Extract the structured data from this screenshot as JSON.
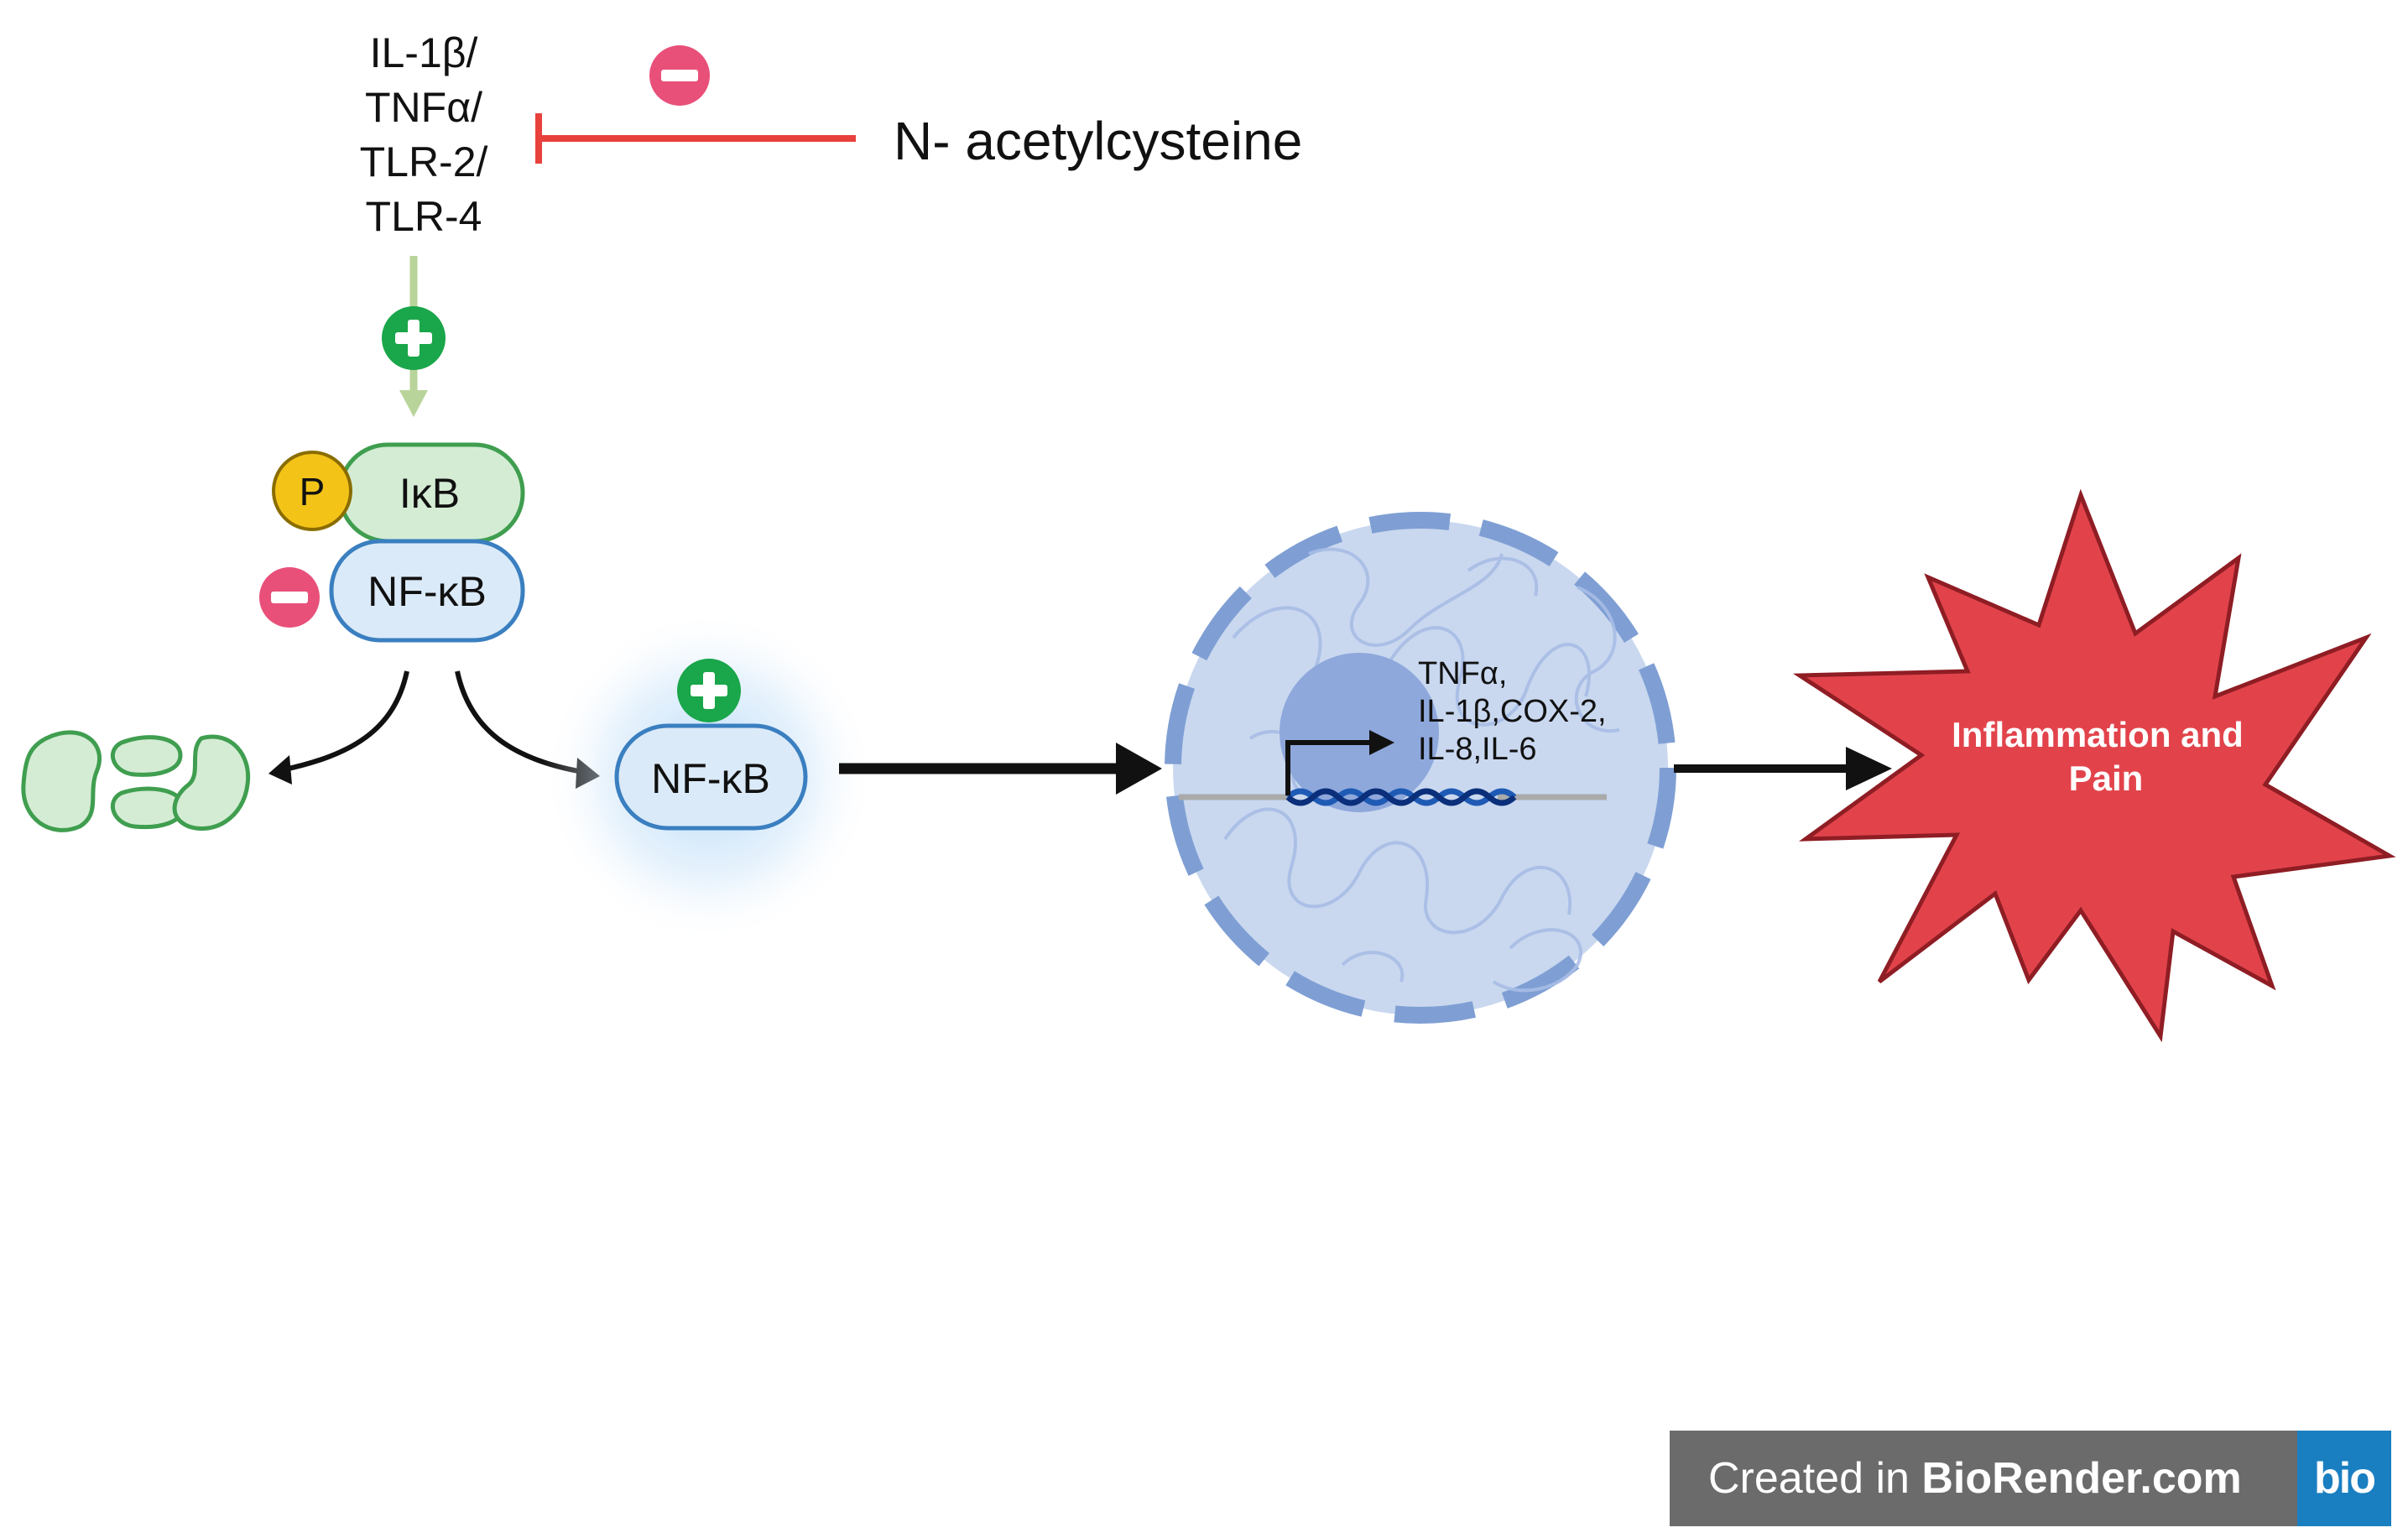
{
  "receptor_label": [
    "IL-1β/",
    "TNFα/",
    "TLR-2/",
    "TLR-4"
  ],
  "inhibitor_label": "N- acetylcysteine",
  "phospho_label": "P",
  "ikb_label": "IκB",
  "nfkb_complex_label": "NF-κB",
  "nfkb_free_label": "NF-κB",
  "gene_targets": [
    "TNFα,",
    "IL-1β,COX-2,",
    "IL-8,IL-6"
  ],
  "outcome_label": [
    "Inflammation and",
    "Pain"
  ],
  "badge": {
    "prefix": "Created in ",
    "brand": "BioRender.com",
    "logo": "bio"
  },
  "colors": {
    "inhibit_red": "#e8413c",
    "minus_pink": "#e8507a",
    "plus_green": "#1aa64a",
    "ikb_fill": "#d4ecd4",
    "nfkb_fill": "#dbeaf8",
    "nucleus_fill": "#c9d8ef",
    "nucleus_border": "#7f9fd4",
    "star_fill": "#e2434b",
    "phospho_fill": "#f3c318"
  }
}
